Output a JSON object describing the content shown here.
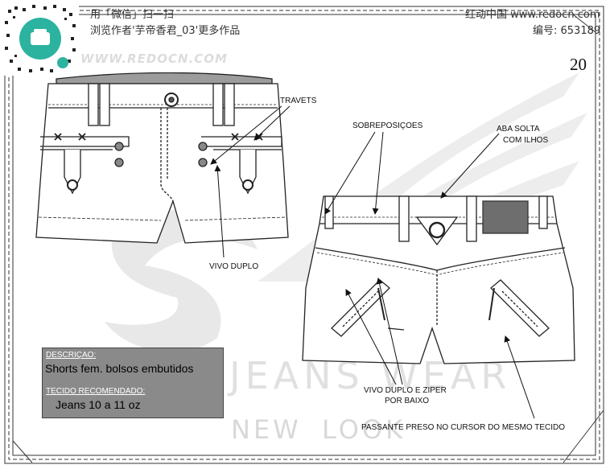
{
  "header": {
    "wechat_line": "用「微信」扫一扫",
    "author_line": "浏览作者'芋帝香君_03'更多作品",
    "site_line": "红动中国 www.redocn.com",
    "id_line": "编号: 653189",
    "watermark_url": "WWW.REDOCN.COM"
  },
  "page_number": "20",
  "labels": {
    "travets": "TRAVETS",
    "sobreposicoes": "SOBREPOSIÇOES",
    "aba_solta_1": "ABA SOLTA",
    "aba_solta_2": "COM ILHOS",
    "vivo_duplo": "VIVO DUPLO",
    "vivo_duplo_ziper_1": "VIVO DUPLO E ZIPER",
    "vivo_duplo_ziper_2": "POR BAIXO",
    "passante": "PASSANTE PRESO NO CURSOR DO MESMO TECIDO"
  },
  "description": {
    "title": "DESCRIÇAO:",
    "value": "Shorts fem. bolsos embutidos",
    "fabric_title": "TECIDO RECOMENDADO:",
    "fabric_value": "Jeans 10 a 11 oz"
  },
  "watermark": {
    "brand": "JEANS WEAR",
    "sub_left": "NEW",
    "sub_right": "LOOK"
  },
  "colors": {
    "accent_teal": "#2bb3a0",
    "panel_gray": "#8a8a8a",
    "watermark_gray": "#e0e0e0"
  }
}
